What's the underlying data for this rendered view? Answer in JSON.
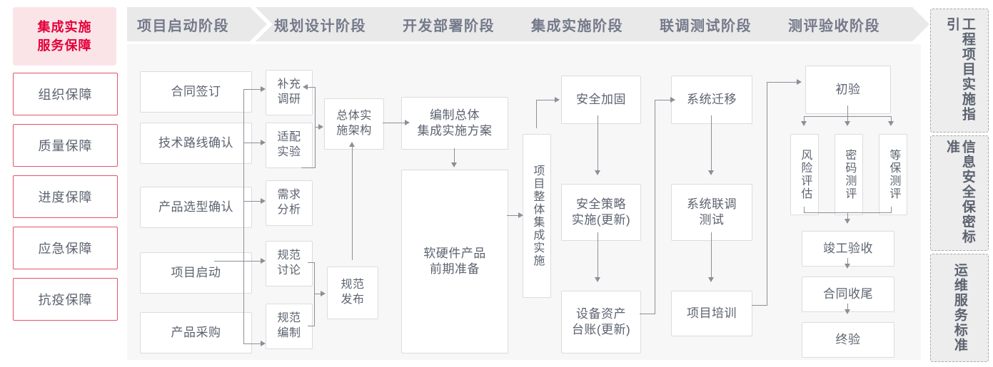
{
  "left_column": {
    "badge_label": "集成实施\n服务保障",
    "badge_line1": "集成实施",
    "badge_line2": "服务保障",
    "badge_color": "#e4003a",
    "badge_bg": "#fbe4e8",
    "guarantees": [
      {
        "label": "组织保障"
      },
      {
        "label": "质量保障"
      },
      {
        "label": "进度保障"
      },
      {
        "label": "应急保障"
      },
      {
        "label": "抗疫保障"
      }
    ]
  },
  "phases": [
    {
      "id": "phase-project-kickoff",
      "title": "项目启动阶段",
      "nodes": [
        {
          "id": "contract-signing",
          "label": "合同签订"
        },
        {
          "id": "tech-route-confirm",
          "label": "技术路线确认"
        },
        {
          "id": "product-selection-confirm",
          "label": "产品选型确认"
        },
        {
          "id": "project-kickoff",
          "label": "项目启动"
        },
        {
          "id": "product-procurement",
          "label": "产品采购"
        }
      ]
    },
    {
      "id": "phase-planning-design",
      "title": "规划设计阶段",
      "nodes": [
        {
          "id": "supplementary-research",
          "label": "补充\n调研",
          "line1": "补充",
          "line2": "调研"
        },
        {
          "id": "adaptation-experiment",
          "label": "适配\n实验",
          "line1": "适配",
          "line2": "实验"
        },
        {
          "id": "requirement-analysis",
          "label": "需求\n分析",
          "line1": "需求",
          "line2": "分析"
        },
        {
          "id": "spec-discussion",
          "label": "规范\n讨论",
          "line1": "规范",
          "line2": "讨论"
        },
        {
          "id": "spec-drafting",
          "label": "规范\n编制",
          "line1": "规范",
          "line2": "编制"
        },
        {
          "id": "overall-impl-architecture",
          "label": "总体实\n施架构",
          "line1": "总体实",
          "line2": "施架构"
        },
        {
          "id": "spec-release",
          "label": "规范\n发布",
          "line1": "规范",
          "line2": "发布"
        }
      ]
    },
    {
      "id": "phase-dev-deploy",
      "title": "开发部署阶段",
      "nodes": [
        {
          "id": "compile-overall-plan",
          "label": "编制总体\n集成实施方案",
          "line1": "编制总体",
          "line2": "集成实施方案"
        },
        {
          "id": "hw-sw-preparation",
          "label": "软硬件产品\n前期准备",
          "line1": "软硬件产品",
          "line2": "前期准备"
        }
      ]
    },
    {
      "id": "phase-integration-impl",
      "title": "集成实施阶段",
      "nodes": [
        {
          "id": "overall-integration-impl",
          "label": "项目整体集成实施",
          "vertical": true
        },
        {
          "id": "security-hardening",
          "label": "安全加固"
        },
        {
          "id": "security-policy-impl",
          "label": "安全策略\n实施(更新)",
          "line1": "安全策略",
          "line2": "实施(更新)"
        },
        {
          "id": "asset-ledger-update",
          "label": "设备资产\n台账(更新)",
          "line1": "设备资产",
          "line2": "台账(更新)"
        }
      ]
    },
    {
      "id": "phase-joint-test",
      "title": "联调测试阶段",
      "nodes": [
        {
          "id": "system-migration",
          "label": "系统迁移"
        },
        {
          "id": "system-joint-test",
          "label": "系统联调\n测试",
          "line1": "系统联调",
          "line2": "测试"
        },
        {
          "id": "project-training",
          "label": "项目培训"
        }
      ]
    },
    {
      "id": "phase-evaluation-acceptance",
      "title": "测评验收阶段",
      "nodes": [
        {
          "id": "preliminary-acceptance",
          "label": "初验"
        },
        {
          "id": "risk-assessment",
          "label": "风险评估",
          "vertical": true
        },
        {
          "id": "crypto-evaluation",
          "label": "密码测评",
          "vertical": true
        },
        {
          "id": "grade-protection-evaluation",
          "label": "等保测评",
          "vertical": true
        },
        {
          "id": "completion-acceptance",
          "label": "竣工验收"
        },
        {
          "id": "contract-closeout",
          "label": "合同收尾"
        },
        {
          "id": "final-acceptance",
          "label": "终验"
        }
      ]
    }
  ],
  "standards": [
    {
      "id": "engineering-project-impl-guide",
      "label": "工程项目实施指引"
    },
    {
      "id": "info-security-confidentiality-standard",
      "label": "信息安全保密标准"
    },
    {
      "id": "om-service-standard",
      "label": "运维服务标准"
    }
  ]
}
